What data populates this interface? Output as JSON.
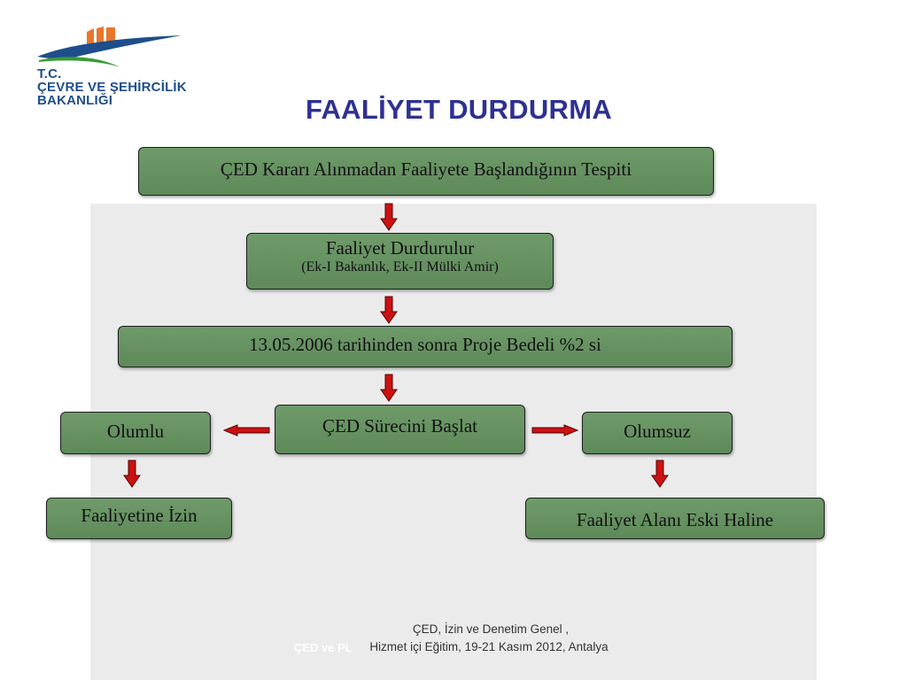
{
  "logo": {
    "line1": "T.C.",
    "line2": "ÇEVRE VE ŞEHİRCİLİK",
    "line3": "BAKANLIĞI"
  },
  "title": "FAALİYET DURDURMA",
  "boxes": {
    "tespit": "ÇED Kararı Alınmadan Faaliyete Başlandığının Tespiti",
    "durdurulur": "Faaliyet Durdurulur",
    "durdurulur_sub": "(Ek-I Bakanlık, Ek-II Mülki Amir)",
    "bedel": "13.05.2006 tarihinden sonra Proje Bedeli %2 si",
    "surec": "ÇED Sürecini Başlat",
    "olumlu": "Olumlu",
    "olumsuz": "Olumsuz",
    "izin": "Faaliyetine İzin",
    "eski_hal": "Faaliyet Alanı Eski Haline"
  },
  "footer": {
    "line1": "ÇED, İzin ve Denetim Genel  ,",
    "line2": "Hizmet içi Eğitim, 19-21 Kasım 2012, Antalya",
    "ghost": "ÇED ve PL"
  },
  "colors": {
    "box_fill": "#6a9565",
    "arrow": "#cc1111",
    "title": "#2e3192",
    "logo_blue": "#1f4e8c",
    "logo_green": "#3a9a3a",
    "logo_orange": "#e8762c"
  }
}
